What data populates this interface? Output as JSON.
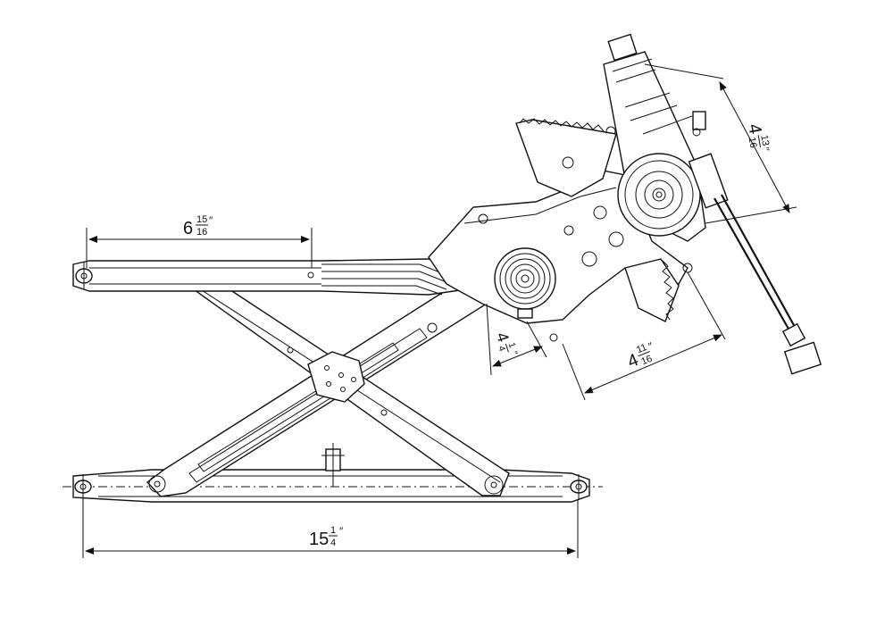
{
  "dimensions": {
    "top_rail": {
      "whole": "6",
      "num": "15",
      "den": "16",
      "unit": "″"
    },
    "bottom_rail": {
      "whole": "15",
      "num": "1",
      "den": "4",
      "unit": "″"
    },
    "pulley_offset": {
      "whole": "4",
      "num": "1",
      "den": "4",
      "unit": "″"
    },
    "motor_base": {
      "whole": "4",
      "num": "11",
      "den": "16",
      "unit": "″"
    },
    "motor_height": {
      "whole": "4",
      "num": "13",
      "den": "16",
      "unit": "″"
    }
  },
  "colors": {
    "line": "#111111",
    "background": "#ffffff"
  }
}
